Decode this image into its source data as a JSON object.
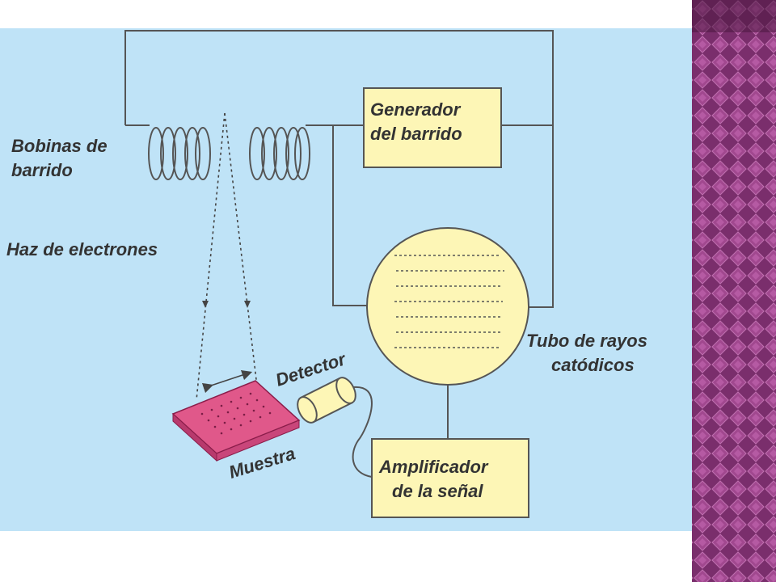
{
  "colors": {
    "panel_background": "#bfe3f7",
    "box_fill": "#fdf6b6",
    "crt_fill": "#fdf6b6",
    "sample_fill": "#e0588a",
    "border_strip": "#8a3a7a",
    "label_text": "#333333"
  },
  "labels": {
    "coils": [
      "Bobinas de",
      "barrido"
    ],
    "beam": "Haz de electrones",
    "scan_generator": [
      "Generador",
      "del barrido"
    ],
    "crt": [
      "Tubo de rayos",
      "catódicos"
    ],
    "detector": "Detector",
    "sample": "Muestra",
    "amplifier": [
      "Amplificador",
      "de la señal"
    ]
  },
  "decoration": {
    "right_strip": "diamond-pattern"
  }
}
